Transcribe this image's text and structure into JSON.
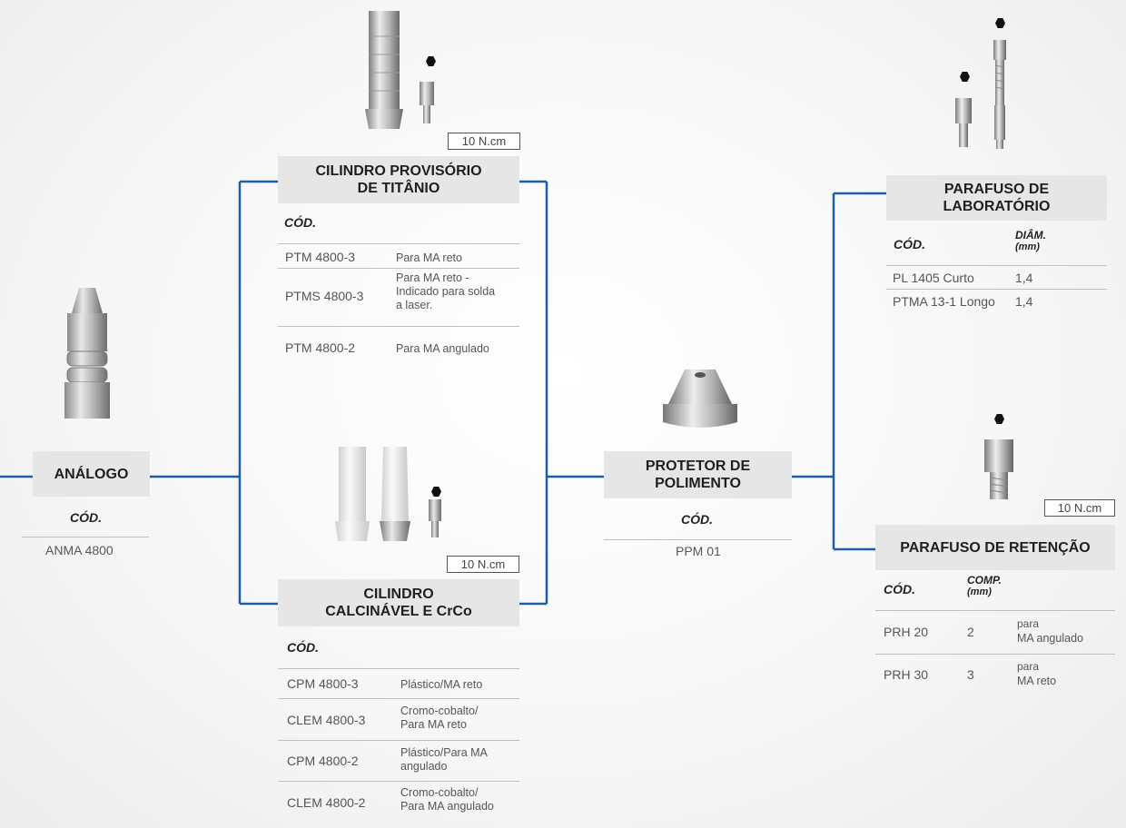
{
  "analogo": {
    "title": "ANÁLOGO",
    "cod_label": "CÓD.",
    "code": "ANMA 4800"
  },
  "cilindro_provisorio": {
    "title_line1": "CILINDRO PROVISÓRIO",
    "title_line2": "DE TITÂNIO",
    "torque": "10 N.cm",
    "cod_label": "CÓD.",
    "rows": [
      {
        "code": "PTM 4800-3",
        "desc": [
          "Para MA reto"
        ]
      },
      {
        "code": "PTMS 4800-3",
        "desc": [
          "Para MA reto -",
          "Indicado para solda",
          "a laser."
        ]
      },
      {
        "code": "PTM 4800-2",
        "desc": [
          "Para MA angulado"
        ]
      }
    ]
  },
  "cilindro_calcinavel": {
    "title_line1": "CILINDRO",
    "title_line2": "CALCINÁVEL E CrCo",
    "torque": "10 N.cm",
    "cod_label": "CÓD.",
    "rows": [
      {
        "code": "CPM 4800-3",
        "desc": [
          "Plástico/MA reto"
        ]
      },
      {
        "code": "CLEM 4800-3",
        "desc": [
          "Cromo-cobalto/",
          "Para MA reto"
        ]
      },
      {
        "code": "CPM 4800-2",
        "desc": [
          "Plástico/Para MA",
          "angulado"
        ]
      },
      {
        "code": "CLEM 4800-2",
        "desc": [
          "Cromo-cobalto/",
          "Para MA angulado"
        ]
      }
    ]
  },
  "protetor": {
    "title_line1": "PROTETOR DE",
    "title_line2": "POLIMENTO",
    "cod_label": "CÓD.",
    "code": "PPM 01"
  },
  "parafuso_laboratorio": {
    "title_line1": "PARAFUSO DE",
    "title_line2": "LABORATÓRIO",
    "cod_label": "CÓD.",
    "diam_label": "DIÂM.",
    "diam_unit": "(mm)",
    "rows": [
      {
        "code": "PL 1405 Curto",
        "diam": "1,4"
      },
      {
        "code": "PTMA 13-1 Longo",
        "diam": "1,4"
      }
    ]
  },
  "parafuso_retencao": {
    "title": "PARAFUSO DE RETENÇÃO",
    "torque": "10 N.cm",
    "cod_label": "CÓD.",
    "comp_label": "COMP.",
    "comp_unit": "(mm)",
    "rows": [
      {
        "code": "PRH 20",
        "comp": "2",
        "desc": [
          "para",
          "MA angulado"
        ]
      },
      {
        "code": "PRH 30",
        "comp": "3",
        "desc": [
          "para",
          "MA reto"
        ]
      }
    ]
  },
  "colors": {
    "connector": "#1c5fa3",
    "header_bg": "#e6e6e6"
  }
}
